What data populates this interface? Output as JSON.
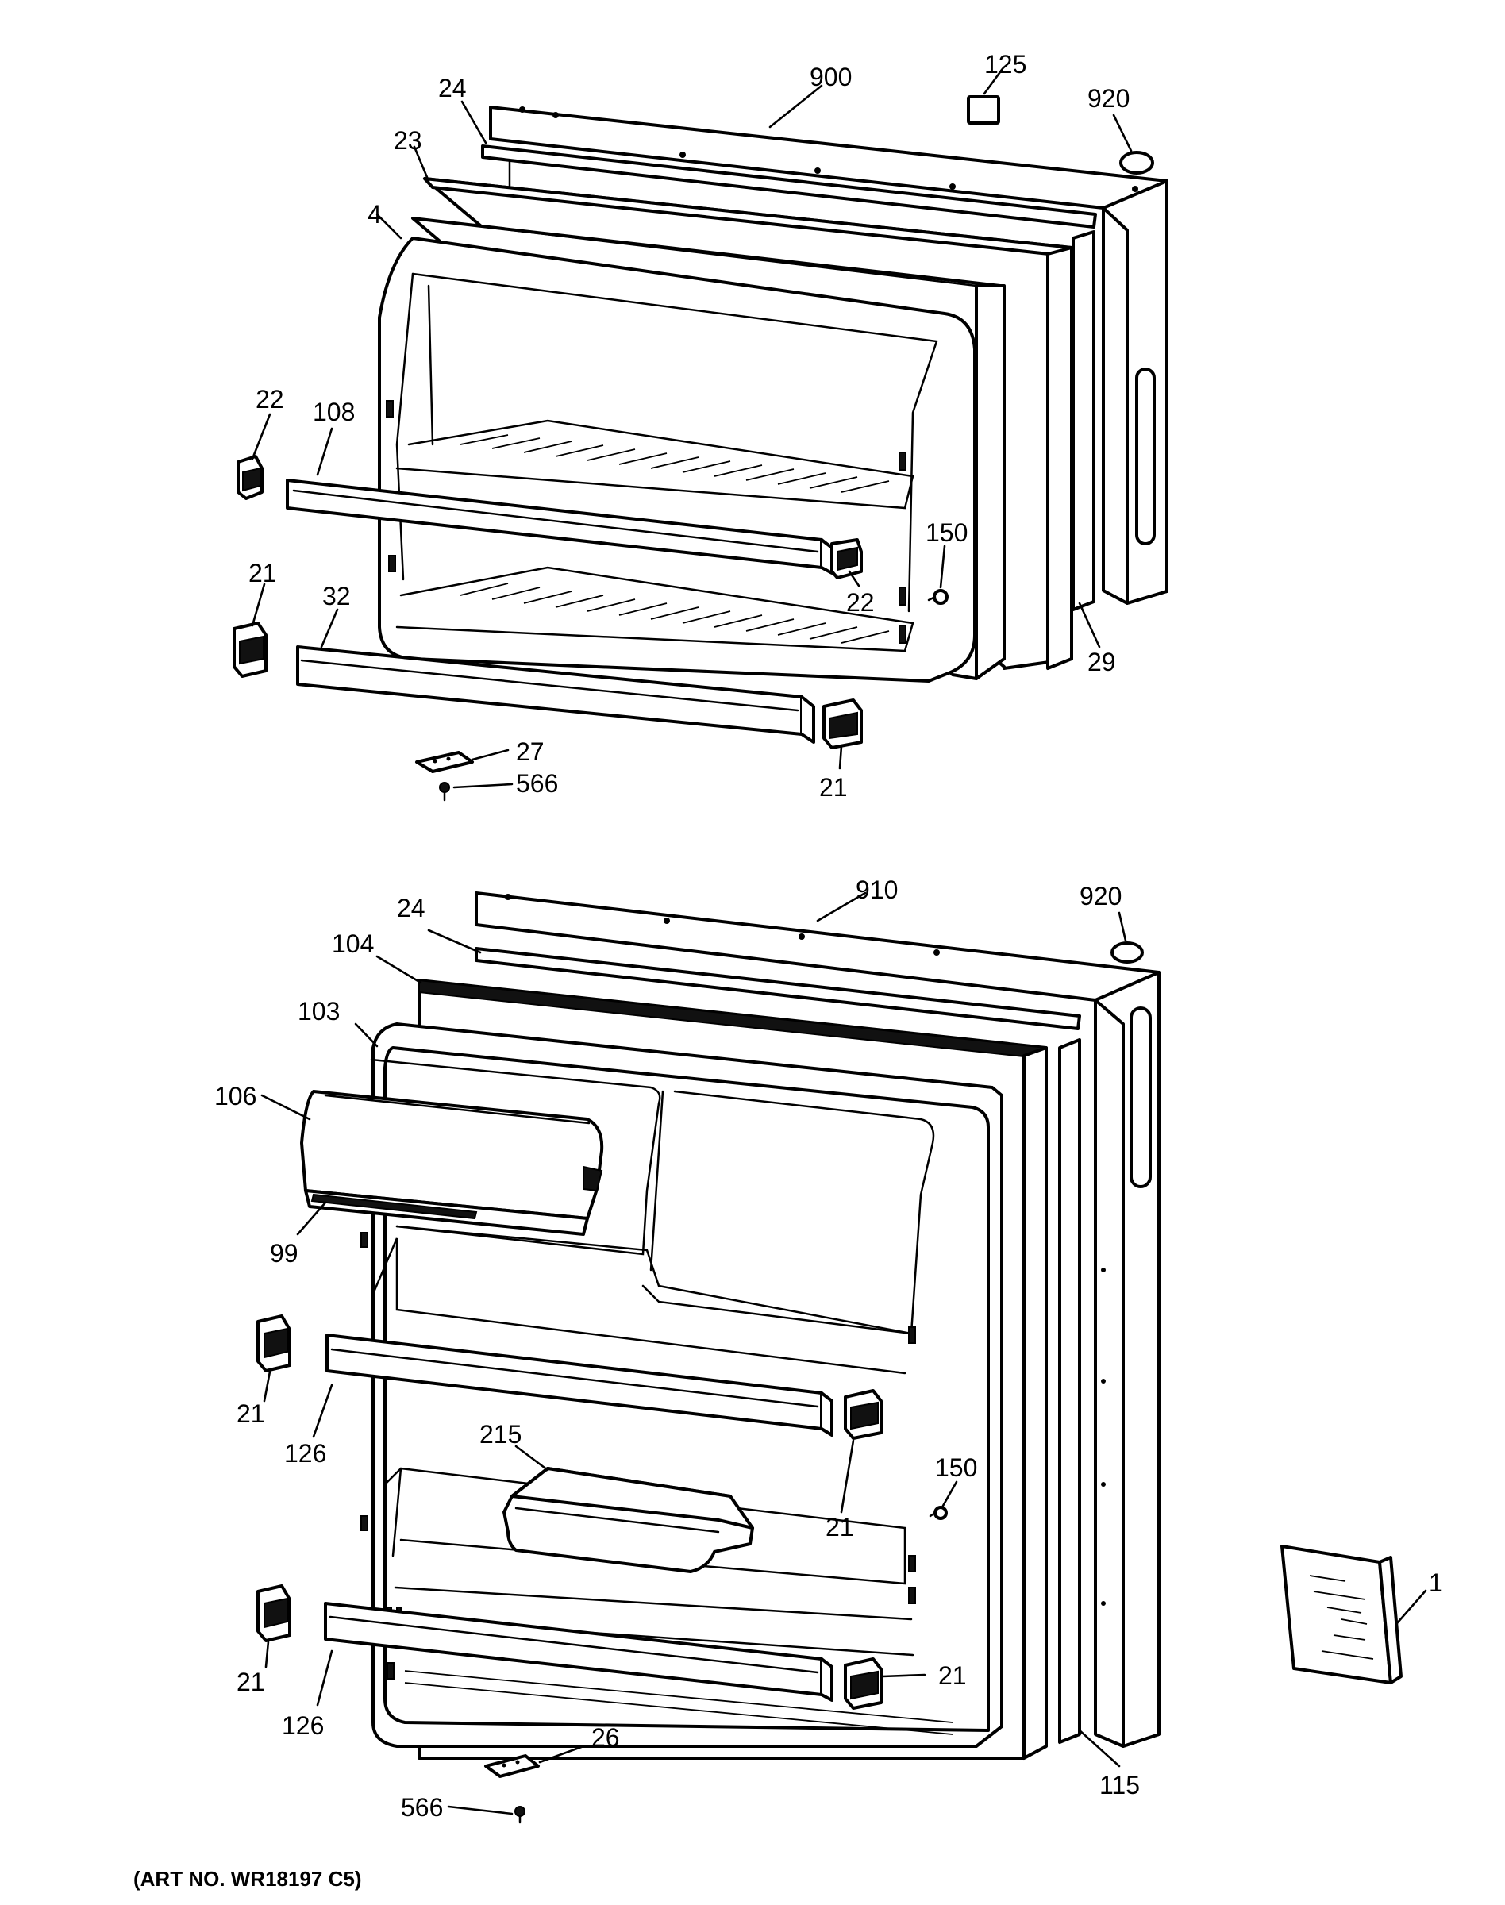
{
  "diagram": {
    "art_number": "(ART NO. WR18197 C5)",
    "labels": {
      "900": "900",
      "125": "125",
      "920": "920",
      "24": "24",
      "23": "23",
      "4": "4",
      "22": "22",
      "108": "108",
      "150": "150",
      "21": "21",
      "32": "32",
      "29": "29",
      "27": "27",
      "566": "566",
      "910": "910",
      "104": "104",
      "103": "103",
      "106": "106",
      "99": "99",
      "126": "126",
      "215": "215",
      "1": "1",
      "115": "115",
      "26": "26"
    }
  }
}
